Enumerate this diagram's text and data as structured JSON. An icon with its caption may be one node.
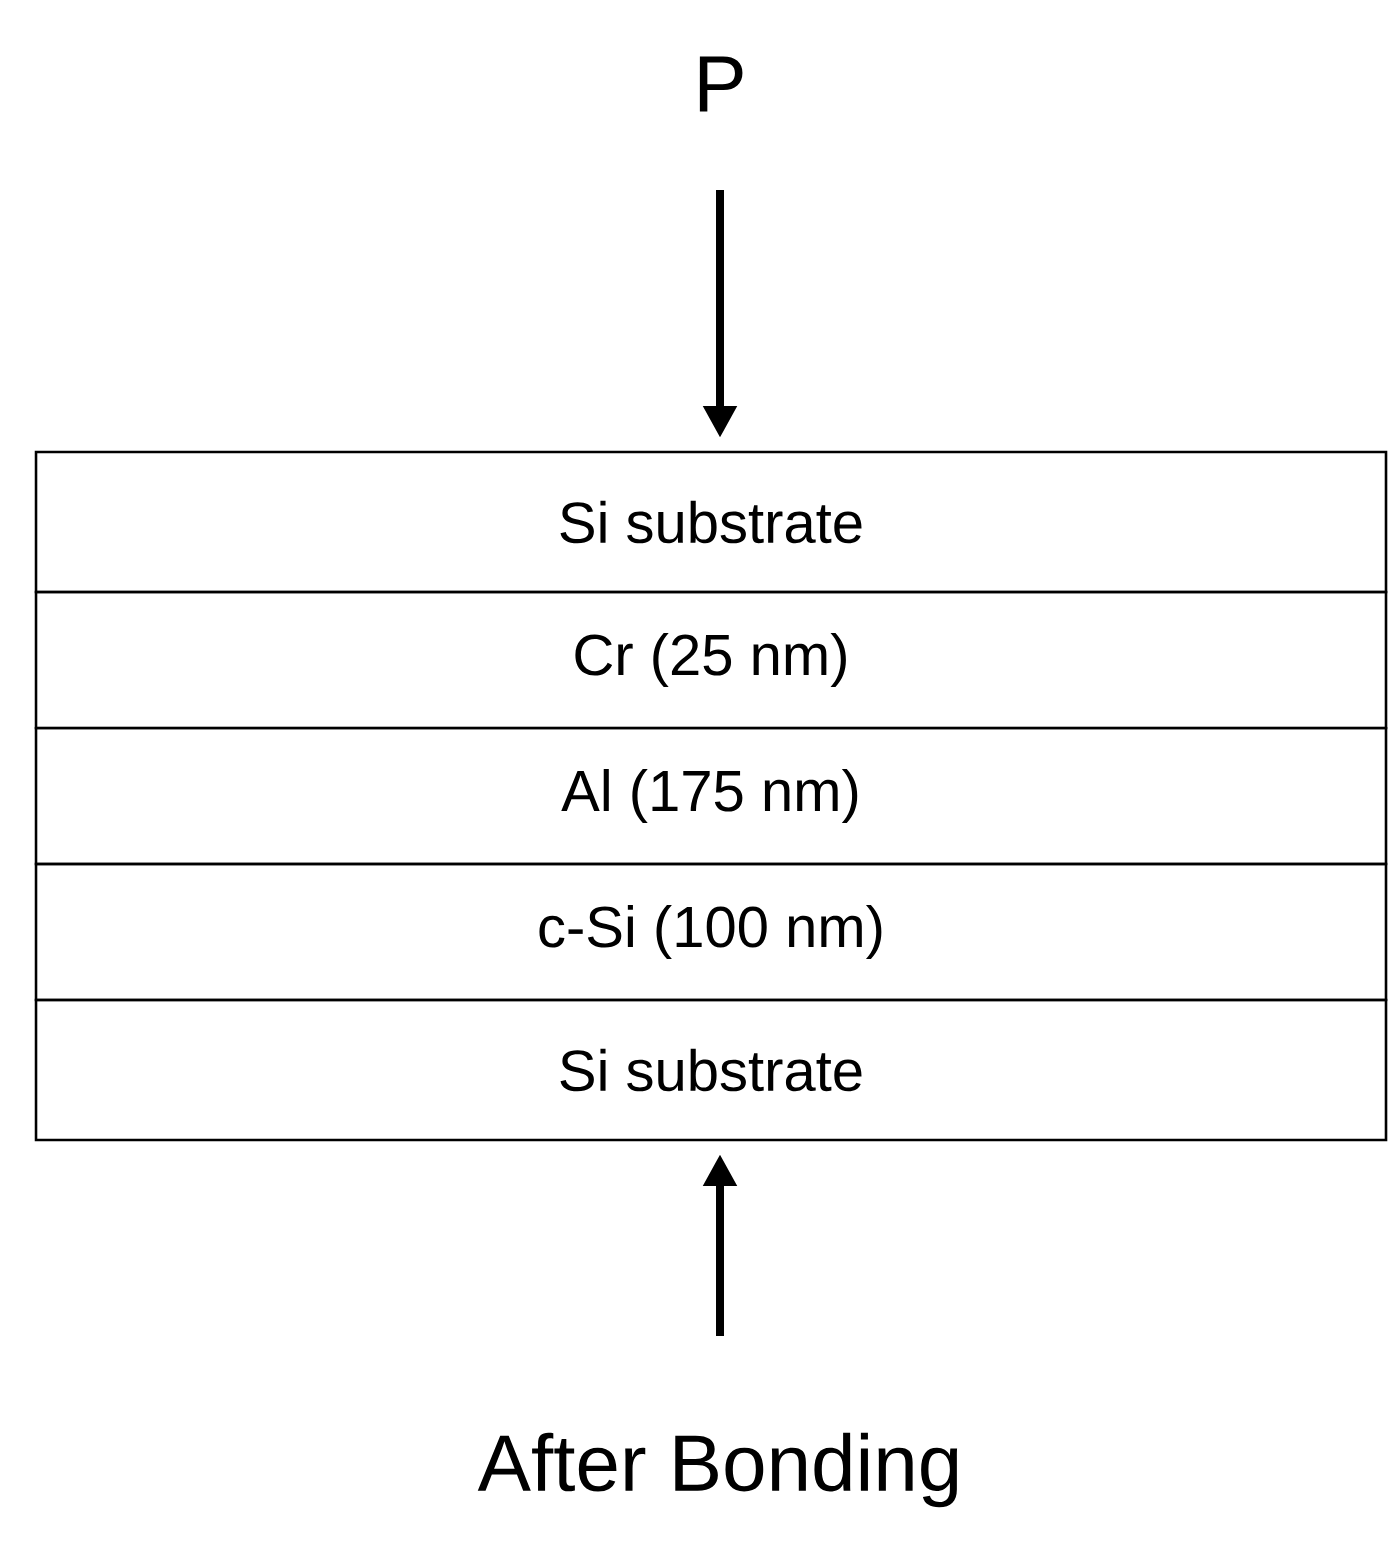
{
  "diagram": {
    "caption": "After Bonding",
    "nodes": [
      {
        "text": [
          "Si substrate"
        ]
      },
      {
        "text": [
          "Cr (25 nm)"
        ]
      },
      {
        "text": [
          "Al (175 nm)"
        ]
      },
      {
        "text": [
          "c-Si (100 nm)"
        ]
      },
      {
        "text": [
          "Si substrate"
        ]
      }
    ],
    "labels": [
      "P"
    ]
  }
}
